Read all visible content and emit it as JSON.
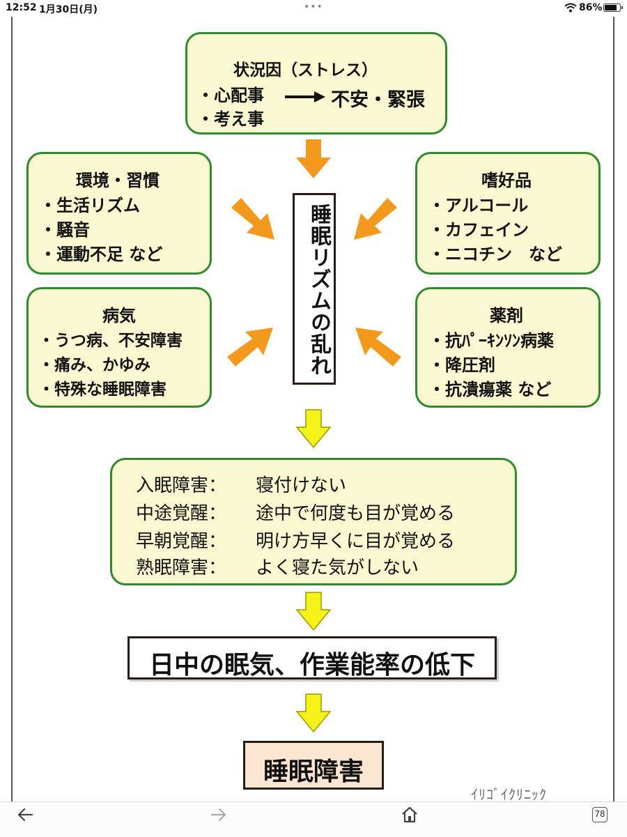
{
  "status_bar": {
    "time": "12:52",
    "date": "1月30日(月)",
    "dots": "•••",
    "battery_percent": "86%",
    "battery_level": 0.86
  },
  "diagram": {
    "cause_top": {
      "title": "状況因（ストレス）",
      "items": [
        "・心配事",
        "・考え事"
      ],
      "result": "不安・緊張"
    },
    "env": {
      "title": "環境・習慣",
      "items": [
        "・生活リズム",
        "・騒音",
        "・運動不足 など"
      ]
    },
    "pref": {
      "title": "嗜好品",
      "items": [
        "・アルコール",
        "・カフェイン",
        "・ニコチン　など"
      ]
    },
    "illness": {
      "title": "病気",
      "items": [
        "・うつ病、不安障害",
        "・痛み、かゆみ",
        "・特殊な睡眠障害"
      ]
    },
    "drugs": {
      "title": "薬剤",
      "items": [
        "・抗ﾊﾟｰｷﾝｿﾝ病薬",
        "・降圧剤",
        "・抗潰瘍薬 など"
      ]
    },
    "center": "睡眠リズムの乱れ",
    "symptoms": [
      {
        "label": "入眠障害：",
        "desc": "寝付けない"
      },
      {
        "label": "中途覚醒：",
        "desc": "途中で何度も目が覚める"
      },
      {
        "label": "早朝覚醒：",
        "desc": "明け方早くに目が覚める"
      },
      {
        "label": "熟眠障害：",
        "desc": "よく寝た気がしない"
      }
    ],
    "result": "日中の眠気、作業能率の低下",
    "final": "睡眠障害",
    "credit": "ｲﾘｺﾞｲｸﾘﾆｯｸ",
    "colors": {
      "box_border": "#2f8a2c",
      "box_fill": "#fbf9d2",
      "arrow_orange": "#f39a1e",
      "arrow_yellow": "#f6f31a",
      "final_fill": "#fbe6d2"
    }
  },
  "toolbar": {
    "back_icon": "back-arrow-icon",
    "forward_icon": "forward-arrow-icon",
    "home_icon": "home-icon",
    "tabs_count": "78"
  }
}
